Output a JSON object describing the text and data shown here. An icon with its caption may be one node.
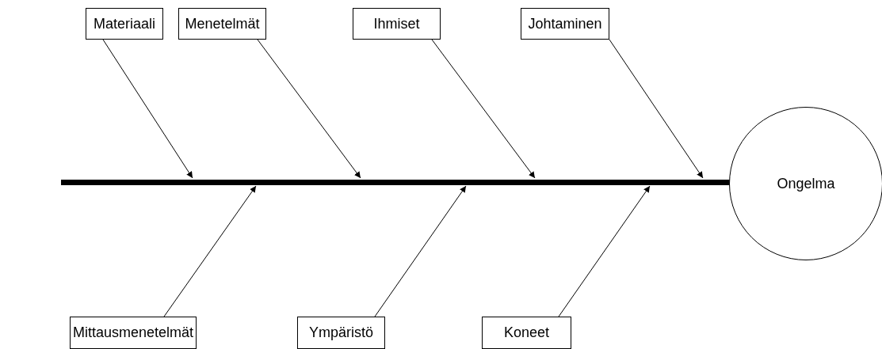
{
  "diagram": {
    "nodes": [
      {
        "text": [
          "Materiaali"
        ]
      },
      {
        "text": [
          "Menetelmät"
        ]
      },
      {
        "text": [
          "Ihmiset"
        ]
      },
      {
        "text": [
          "Johtaminen"
        ]
      },
      {
        "text": [],
        "shape": "bar"
      },
      {
        "text": [
          "Ongelma"
        ]
      },
      {
        "text": [
          "Mittausmenetelmät"
        ]
      },
      {
        "text": [
          "Ympäristö"
        ]
      },
      {
        "text": [
          "Koneet"
        ]
      }
    ],
    "edges": [
      {
        "from": 0,
        "to": 4,
        "arrow": "to"
      },
      {
        "from": 1,
        "to": 4,
        "arrow": "to"
      },
      {
        "from": 2,
        "to": 4,
        "arrow": "to"
      },
      {
        "from": 3,
        "to": 4,
        "arrow": "to"
      },
      {
        "from": 6,
        "to": 4,
        "arrow": "to"
      },
      {
        "from": 7,
        "to": 4,
        "arrow": "to"
      },
      {
        "from": 8,
        "to": 4,
        "arrow": "to"
      }
    ]
  }
}
